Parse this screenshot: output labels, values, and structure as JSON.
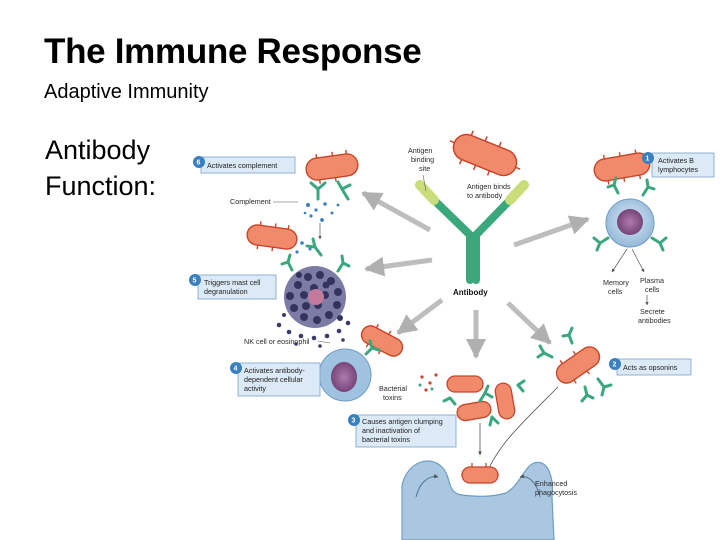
{
  "slide": {
    "title": "The Immune Response",
    "subtitle": "Adaptive Immunity",
    "label_line1": "Antibody",
    "label_line2": "Function:"
  },
  "diagram": {
    "antigen_binding_site": [
      "Antigen",
      "binding",
      "site"
    ],
    "antigen_binds": [
      "Antigen binds",
      "to antibody"
    ],
    "antibody": "Antibody",
    "memory_cells": [
      "Memory",
      "cells"
    ],
    "plasma_cells": [
      "Plasma",
      "cells"
    ],
    "secrete_antibodies": [
      "Secrete",
      "antibodies"
    ],
    "complement": "Complement",
    "nk_cell": "NK cell or eosinophil",
    "bacterial_toxins": [
      "Bacterial",
      "toxins"
    ],
    "enhanced_phagocytosis": [
      "Enhanced",
      "phagocytosis"
    ],
    "functions": [
      {
        "number": "1",
        "lines": [
          "Activates B",
          "lymphocytes"
        ]
      },
      {
        "number": "2",
        "lines": [
          "Acts as opsonins"
        ]
      },
      {
        "number": "3",
        "lines": [
          "Causes antigen clumping",
          "and inactivation of",
          "bacterial toxins"
        ]
      },
      {
        "number": "4",
        "lines": [
          "Activates antibody-",
          "dependent cellular",
          "activity"
        ]
      },
      {
        "number": "5",
        "lines": [
          "Triggers mast cell",
          "degranulation"
        ]
      },
      {
        "number": "6",
        "lines": [
          "Activates complement"
        ]
      }
    ]
  },
  "colors": {
    "bacteria": "#f08a6a",
    "bacteria_spike": "#c8452a",
    "antibody": "#3aa77d",
    "badge": "#3a7fbf",
    "box_fill": "#dce9f6",
    "arrow": "#b9b9b9",
    "mast_cell": "#3b3b68",
    "b_cell": "#a8c8e6",
    "nk_cell": "#9fc2e0",
    "phagocyte": "#a9c7e0"
  }
}
